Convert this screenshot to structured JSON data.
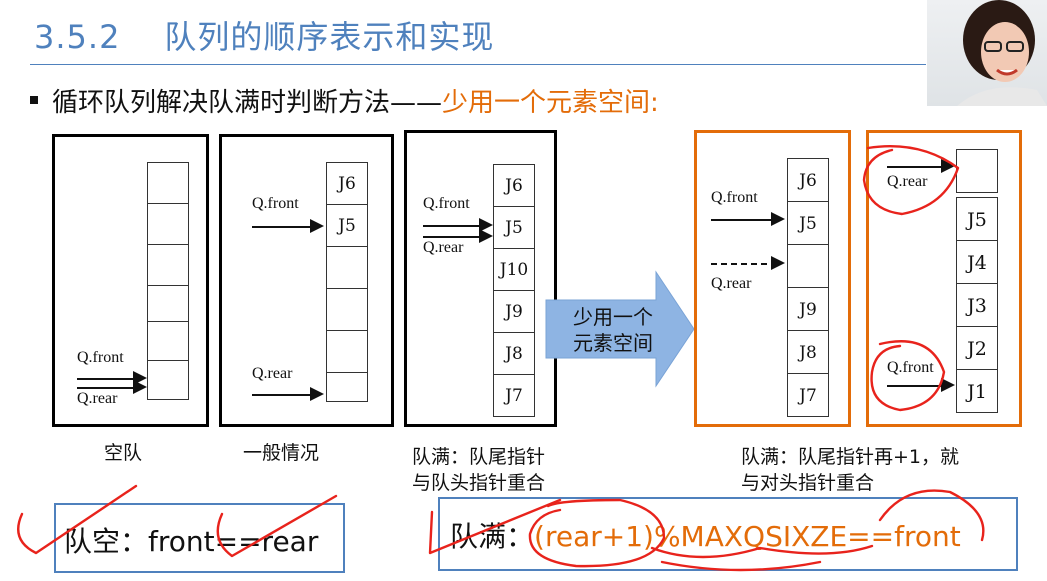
{
  "title": {
    "section": "3.5.2",
    "text": "队列的顺序表示和实现"
  },
  "bullet": {
    "main": "循环队列解决队满时判断方法——",
    "accent": "少用一个元素空间:"
  },
  "labels": {
    "front": "Q.front",
    "rear": "Q.rear"
  },
  "panels": {
    "empty": {
      "cells": [
        "",
        "",
        "",
        "",
        "",
        ""
      ]
    },
    "general": {
      "cells": [
        "J6",
        "J5",
        "",
        "",
        "",
        ""
      ]
    },
    "full1": {
      "cells": [
        "J6",
        "J5",
        "J10",
        "J9",
        "J8",
        "J7"
      ]
    },
    "full2": {
      "cells": [
        "J6",
        "J5",
        "",
        "J9",
        "J8",
        "J7"
      ]
    },
    "full3": {
      "cells": [
        "",
        "J5",
        "J4",
        "J3",
        "J2",
        "J1"
      ]
    }
  },
  "big_arrow": {
    "line1": "少用一个",
    "line2": "元素空间"
  },
  "captions": {
    "empty": "空队",
    "general": "一般情况",
    "full1_l1": "队满：队尾指针",
    "full1_l2": "与队头指针重合",
    "full2_l1": "队满：队尾指针再+1，就",
    "full2_l2": "与对头指针重合"
  },
  "conditions": {
    "empty_label": "队空：",
    "empty_expr": "front==rear",
    "full_label": "队满：",
    "full_expr_a": "(rear+1)",
    "full_expr_b": "%MAXQSIXZE==front"
  },
  "colors": {
    "title_blue": "#4f81bd",
    "accent_orange": "#e36c09",
    "arrow_fill": "#8eb4e3",
    "ink_red": "#e8231c"
  }
}
